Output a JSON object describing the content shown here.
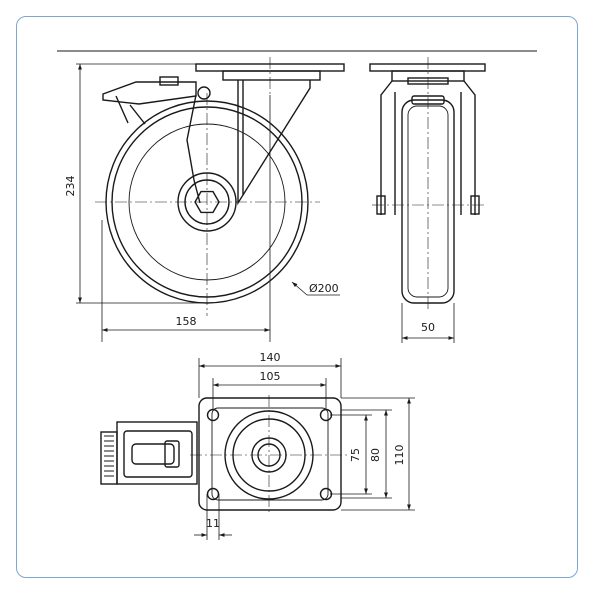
{
  "frame_color": "#7fa6cf",
  "line_color": "#1a1a1a",
  "dimensions": {
    "height_total": "234",
    "wheel_diameter": "Ø200",
    "offset_width": "158",
    "wheel_width": "50",
    "plate_width": "140",
    "hole_spacing_x": "105",
    "hole_spacing_y": "75",
    "plate_inner": "80",
    "plate_height": "110",
    "hole_size": "11"
  }
}
